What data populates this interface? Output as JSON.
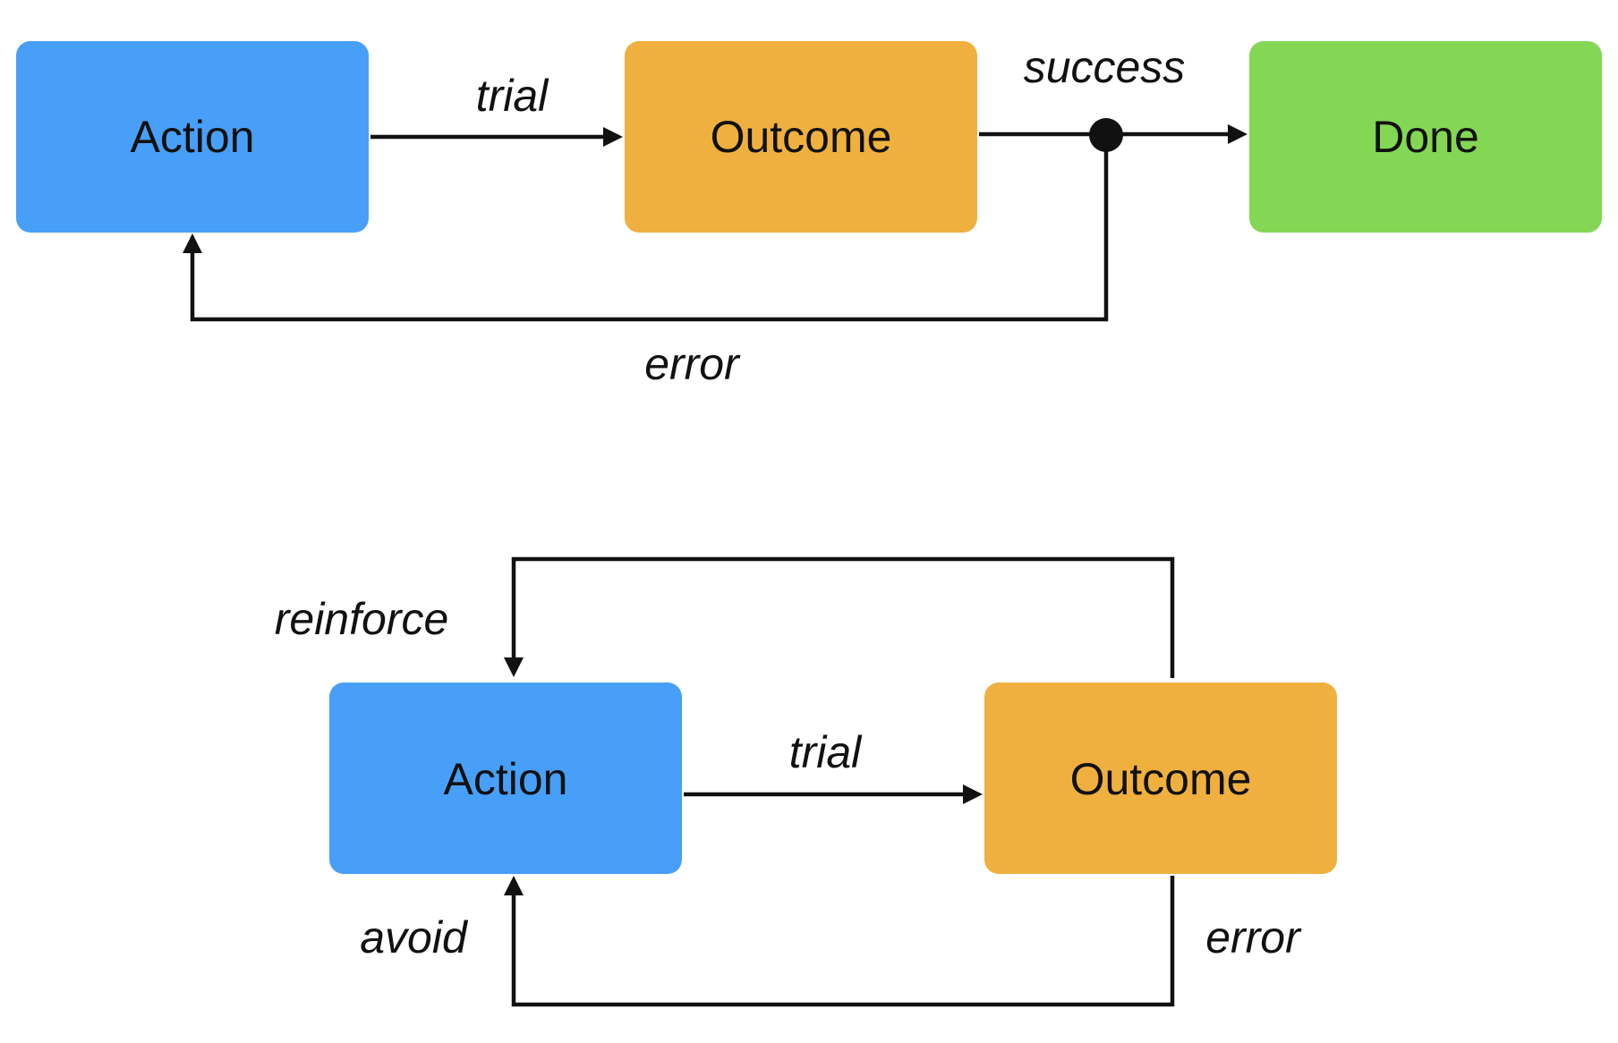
{
  "colors": {
    "action": "#489ff8",
    "outcome": "#f0b03f",
    "done": "#83d755",
    "line": "#111111"
  },
  "top_diagram": {
    "action_label": "Action",
    "outcome_label": "Outcome",
    "done_label": "Done",
    "trial_label": "trial",
    "success_label": "success",
    "error_label": "error"
  },
  "bottom_diagram": {
    "action_label": "Action",
    "outcome_label": "Outcome",
    "trial_label": "trial",
    "reinforce_label": "reinforce",
    "avoid_label": "avoid",
    "error_label": "error"
  }
}
